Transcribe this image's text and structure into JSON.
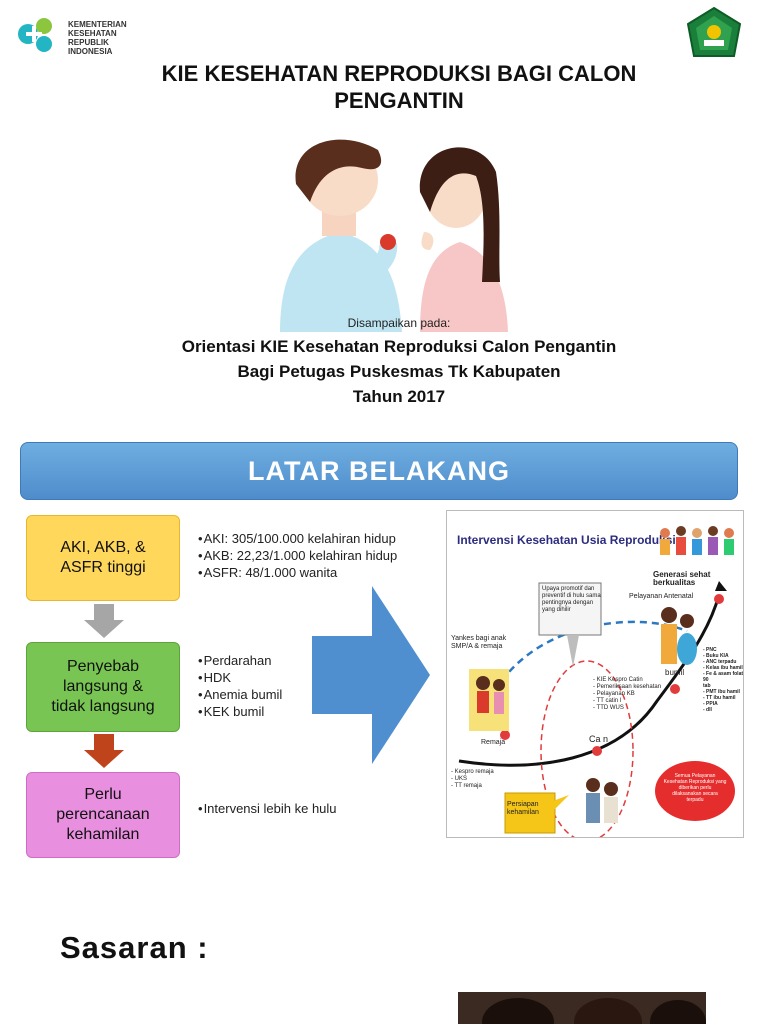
{
  "header": {
    "ministry_logo_text": "KEMENTERIAN\nKESEHATAN\nREPUBLIK\nINDONESIA",
    "title_line1": "KIE KESEHATAN REPRODUKSI BAGI CALON",
    "title_line2": "PENGANTIN"
  },
  "presenter": {
    "label": "Disampaikan pada:",
    "line1": "Orientasi KIE Kesehatan Reproduksi Calon Pengantin",
    "line2": "Bagi Petugas Puskesmas Tk Kabupaten",
    "line3": "Tahun 2017"
  },
  "banner": {
    "label": "LATAR BELAKANG"
  },
  "flow": {
    "box1": "AKI, AKB, &\nASFR tinggi",
    "box2": "Penyebab\nlangsung &\ntidak langsung",
    "box3": "Perlu\nperencanaan\nkehamilan",
    "box1_bullets": [
      "AKI: 305/100.000 kelahiran hidup",
      "AKB: 22,23/1.000 kelahiran hidup",
      "ASFR: 48/1.000 wanita"
    ],
    "box2_bullets": [
      "Perdarahan",
      "HDK",
      "Anemia bumil",
      "KEK bumil"
    ],
    "box3_bullets": [
      "Intervensi lebih ke hulu"
    ]
  },
  "figure": {
    "title": "Intervensi Kesehatan Usia Reproduksi",
    "label_generasi": "Generasi sehat berkualitas",
    "label_antenatal": "Pelayanan Antenatal",
    "label_upaya": "Upaya promotif dan\npreventif di hulu sama\npentingnya dengan\nyang dihilir",
    "label_yankes": "Yankes bagi anak\nSMP/A & remaja",
    "label_remaja": "Remaja",
    "label_catin": "Ca n",
    "label_bumil": "bumil",
    "list_catin": "- KIE Kespro Catin\n- Pemeriksaan kesehatan\n- Pelayanan KB\n- TT catin l\n- TTD WUS",
    "list_remaja": "- Kespro remaja\n- UKS\n- TT remaja",
    "list_bumil": "- PNC\n- Buku KIA\n- ANC terpadu\n- Kelas ibu hamil\n- Fe & asam folat 90\n  tab\n- PMT ibu hamil\n- TT ibu hamil\n- PPIA\n- dll",
    "label_persiapan": "Persiapan\nkehamilan",
    "label_red": "Semua Pelayanan\nKesehatan Reproduksi yang\ndiberikan perlu\ndilaksanakan secara\nterpadu"
  },
  "section": {
    "sasaran": "Sasaran :"
  },
  "colors": {
    "banner": "#5b9bd5",
    "box1": "#ffd75a",
    "box2": "#79c553",
    "box3": "#e98fe0",
    "arrow_gray": "#a6a6a6",
    "arrow_brown": "#c0441b",
    "big_arrow": "#4f8fd0"
  }
}
